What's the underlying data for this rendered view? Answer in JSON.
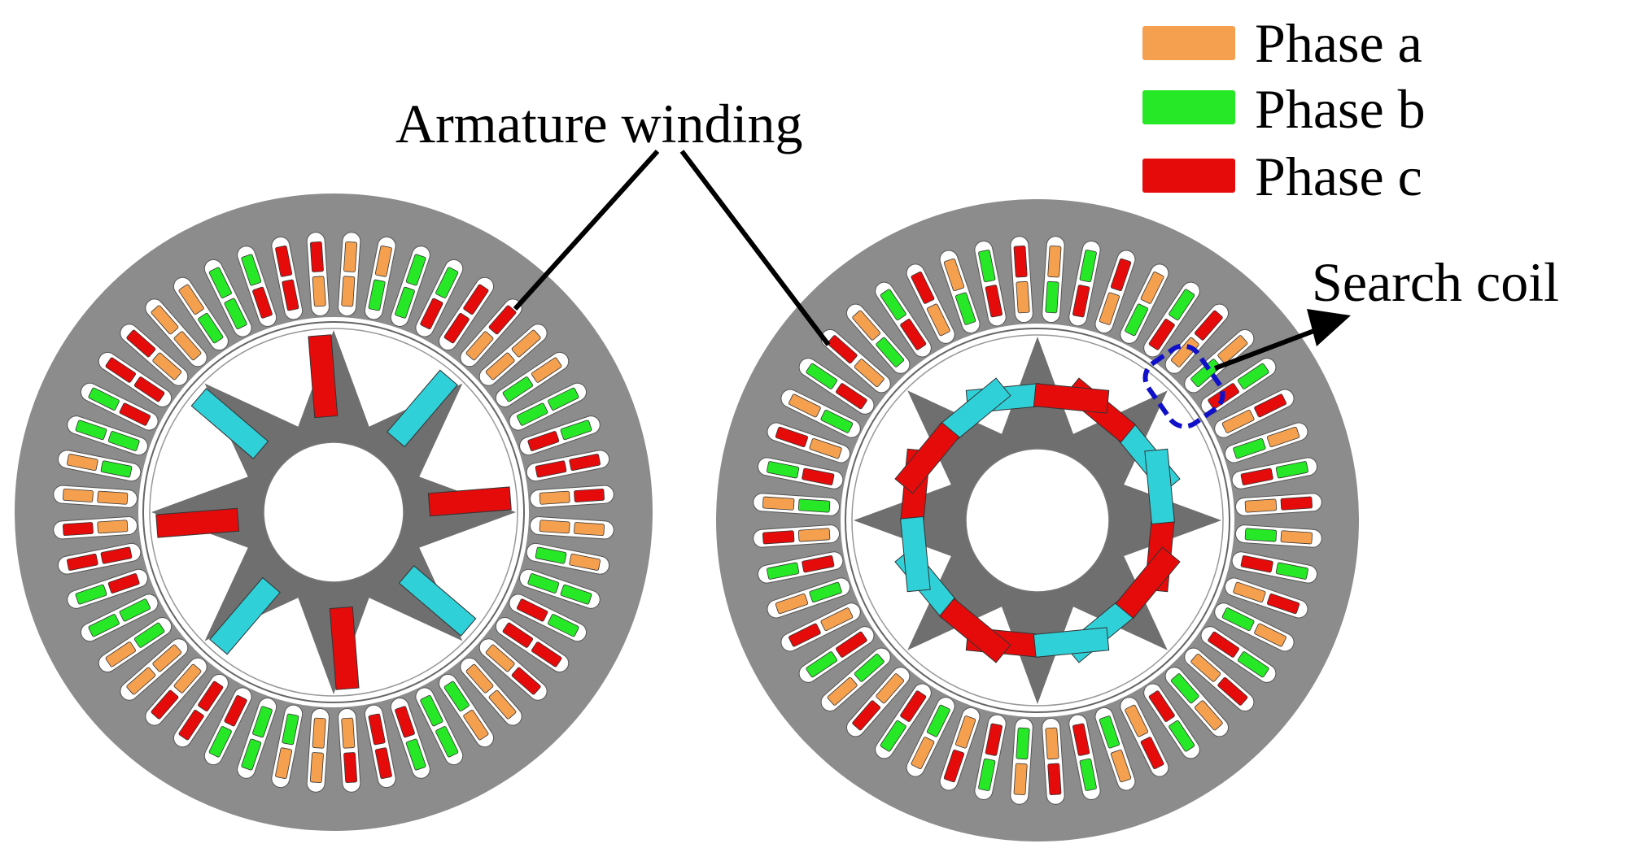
{
  "labels": {
    "armature_winding": "Armature winding",
    "search_coil": "Search coil"
  },
  "legend": [
    {
      "label": "Phase a",
      "color": "#f5a04f"
    },
    {
      "label": "Phase b",
      "color": "#27e827"
    },
    {
      "label": "Phase c",
      "color": "#e60b0b"
    }
  ],
  "colors": {
    "stator": "#8c8c8c",
    "rotor": "#6f6f6f",
    "magnet": "#30d0d8",
    "search_coil_outline": "#1010c8",
    "background": "#ffffff"
  },
  "motors": [
    {
      "stator_slots": 48,
      "rotor_poles": 8,
      "magnet_layout": "spoke-v"
    },
    {
      "stator_slots": 48,
      "rotor_poles": 8,
      "magnet_layout": "v-shape",
      "has_search_coil": true
    }
  ]
}
